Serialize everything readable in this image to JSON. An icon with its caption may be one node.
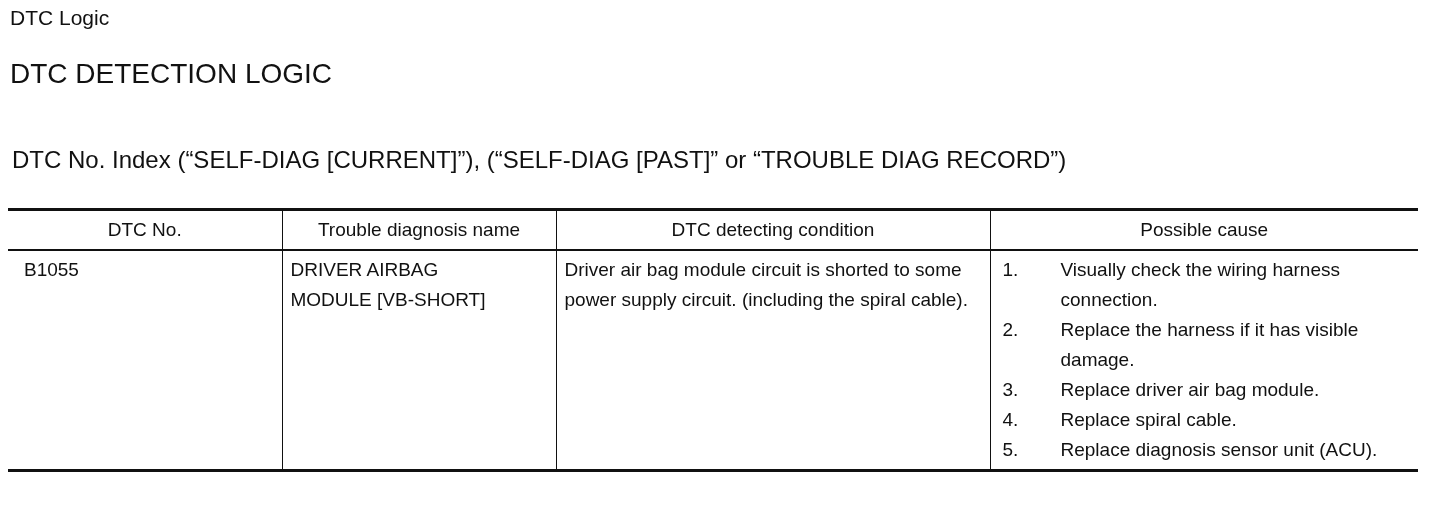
{
  "diagram": {
    "title": "DTC Logic",
    "labels": [
      "DTC DETECTION LOGIC",
      "DTC No. Index (“SELF-DIAG [CURRENT]”), (“SELF-DIAG [PAST]” or “TROUBLE DIAG RECORD”)",
      "DTC No.",
      "Trouble diagnosis name",
      "DTC detecting condition",
      "Possible cause",
      "B1055",
      "DRIVER AIRBAG MODULE [VB-SHORT]",
      "Driver air bag module circuit is shorted to some power supply circuit. (including the spiral cable).",
      "1.",
      "Visually check the wiring harness connection.",
      "2.",
      "Replace the harness if it has visible damage.",
      "3.",
      "Replace driver air bag module.",
      "4.",
      "Replace spiral cable.",
      "5.",
      "Replace diagnosis sensor unit (ACU)."
    ]
  }
}
